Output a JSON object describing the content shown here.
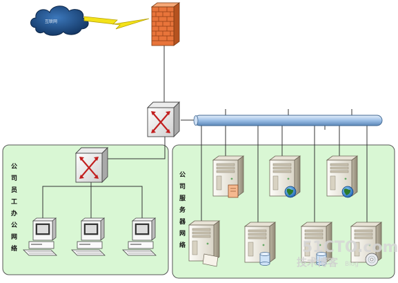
{
  "internet": {
    "label": "互联网",
    "icon": "cloud-icon"
  },
  "firewall": {
    "icon": "firewall-icon"
  },
  "core_switch": {
    "icon": "switch-icon"
  },
  "server_bus": {
    "icon": "network-bus-icon"
  },
  "office_zone": {
    "label": "公司员工办公网络",
    "switch_icon": "switch-icon",
    "workstations": [
      {
        "icon": "workstation-icon"
      },
      {
        "icon": "workstation-icon"
      },
      {
        "icon": "workstation-icon"
      }
    ]
  },
  "server_zone": {
    "label": "公司服务器网络",
    "servers_top": [
      {
        "icon": "server-icon",
        "badge": "none"
      },
      {
        "icon": "server-icon",
        "badge": "globe-icon"
      },
      {
        "icon": "server-icon",
        "badge": "globe-icon"
      }
    ],
    "servers_bottom": [
      {
        "icon": "server-icon",
        "badge": "none"
      },
      {
        "icon": "server-icon",
        "badge": "database-icon"
      },
      {
        "icon": "server-icon",
        "badge": "database-icon"
      },
      {
        "icon": "server-icon",
        "badge": "cd-icon"
      }
    ]
  },
  "watermark": {
    "line1": "51CTO.com",
    "line2": "技术博客",
    "line3": "Blog"
  },
  "colors": {
    "zone_fill": "#d9f7d4",
    "zone_border": "#555555",
    "bus": "#a9c8ea",
    "cloud": "#1b4f8a",
    "lightning": "#f3e21a",
    "firewall": "#e8743a",
    "globe": "#2b7a2b"
  }
}
